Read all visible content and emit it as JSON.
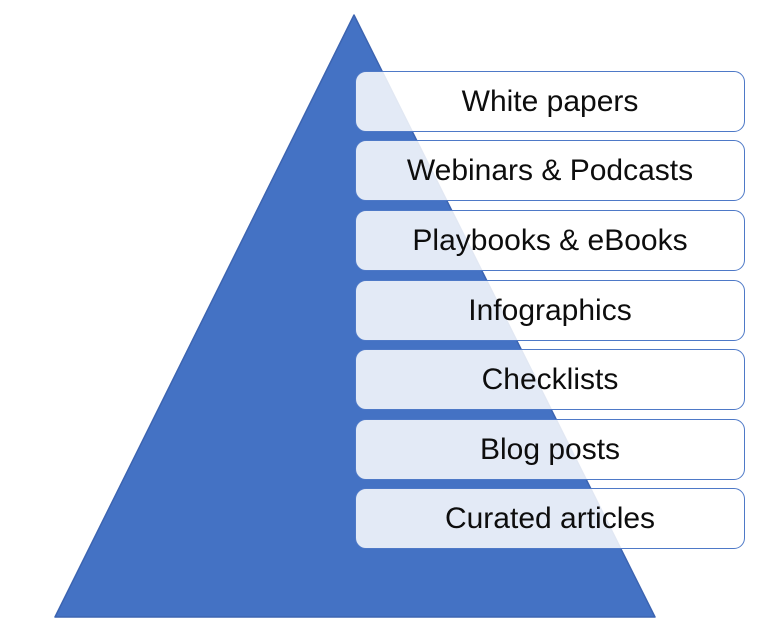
{
  "diagram": {
    "type": "pyramid",
    "levels": [
      {
        "label": "White papers"
      },
      {
        "label": "Webinars & Podcasts"
      },
      {
        "label": "Playbooks & eBooks"
      },
      {
        "label": "Infographics"
      },
      {
        "label": "Checklists"
      },
      {
        "label": "Blog posts"
      },
      {
        "label": "Curated articles"
      }
    ],
    "colors": {
      "pyramid_fill": "#4472C4",
      "pyramid_stroke": "#3C64B1",
      "box_border": "#4E79C7",
      "box_fill": "rgba(255,255,255,0.85)",
      "box_fill_over_pyramid": "#E3E9F6",
      "text": "#0D0D0D",
      "background": "#FFFFFF"
    }
  }
}
